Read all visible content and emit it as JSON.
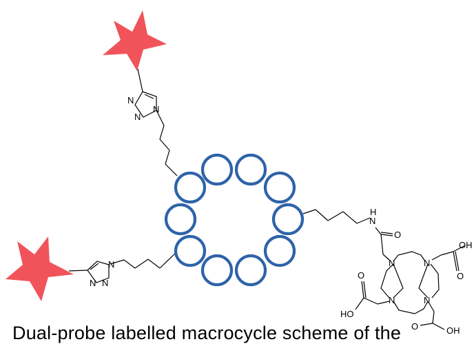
{
  "colors": {
    "bead": "#2e63a8",
    "star": "#f0545a",
    "bond": "#000000"
  },
  "labels": {
    "n": "N",
    "nh": "N",
    "h": "H",
    "o": "O",
    "oh": "OH",
    "ho": "HO"
  },
  "caption": "Dual-probe labelled macrocycle scheme of the"
}
